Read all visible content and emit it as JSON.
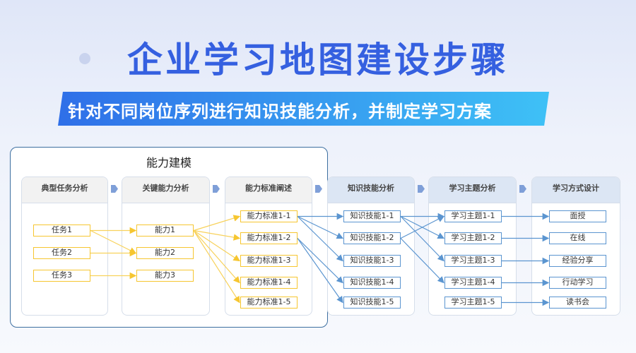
{
  "header": {
    "title": "企业学习地图建设步骤",
    "subtitle": "针对不同岗位序列进行知识技能分析，并制定学习方案"
  },
  "group": {
    "title": "能力建模"
  },
  "colors": {
    "yellow": "#f6c630",
    "blue": "#5b95d0",
    "title": "#3560e0"
  },
  "columns": [
    {
      "title": "典型任务分析",
      "nodes": [
        "任务1",
        "任务2",
        "任务3"
      ]
    },
    {
      "title": "关键能力分析",
      "nodes": [
        "能力1",
        "能力2",
        "能力3"
      ]
    },
    {
      "title": "能力标准阐述",
      "nodes": [
        "能力标准1-1",
        "能力标准1-2",
        "能力标准1-3",
        "能力标准1-4",
        "能力标准1-5"
      ]
    },
    {
      "title": "知识技能分析",
      "nodes": [
        "知识技能1-1",
        "知识技能1-2",
        "知识技能1-3",
        "知识技能1-4",
        "知识技能1-5"
      ]
    },
    {
      "title": "学习主题分析",
      "nodes": [
        "学习主题1-1",
        "学习主题1-2",
        "学习主题1-3",
        "学习主题1-4",
        "学习主题1-5"
      ]
    },
    {
      "title": "学习方式设计",
      "nodes": [
        "面授",
        "在线",
        "经验分享",
        "行动学习",
        "读书会"
      ]
    }
  ],
  "edges": [
    [
      [
        0,
        0
      ],
      [
        1,
        0
      ]
    ],
    [
      [
        0,
        0
      ],
      [
        1,
        1
      ]
    ],
    [
      [
        0,
        1
      ],
      [
        1,
        1
      ]
    ],
    [
      [
        0,
        2
      ],
      [
        1,
        2
      ]
    ],
    [
      [
        1,
        0
      ],
      [
        2,
        0
      ]
    ],
    [
      [
        1,
        0
      ],
      [
        2,
        1
      ]
    ],
    [
      [
        1,
        0
      ],
      [
        2,
        2
      ]
    ],
    [
      [
        1,
        0
      ],
      [
        2,
        3
      ]
    ],
    [
      [
        1,
        0
      ],
      [
        2,
        4
      ]
    ],
    [
      [
        2,
        0
      ],
      [
        3,
        0
      ]
    ],
    [
      [
        2,
        0
      ],
      [
        3,
        1
      ]
    ],
    [
      [
        2,
        0
      ],
      [
        3,
        2
      ]
    ],
    [
      [
        2,
        1
      ],
      [
        3,
        3
      ]
    ],
    [
      [
        2,
        1
      ],
      [
        3,
        4
      ]
    ],
    [
      [
        3,
        0
      ],
      [
        4,
        0
      ]
    ],
    [
      [
        3,
        0
      ],
      [
        4,
        1
      ]
    ],
    [
      [
        3,
        0
      ],
      [
        4,
        2
      ]
    ],
    [
      [
        3,
        1
      ],
      [
        4,
        0
      ]
    ],
    [
      [
        3,
        1
      ],
      [
        4,
        3
      ]
    ],
    [
      [
        4,
        0
      ],
      [
        5,
        0
      ]
    ],
    [
      [
        4,
        1
      ],
      [
        5,
        1
      ]
    ],
    [
      [
        4,
        2
      ],
      [
        5,
        2
      ]
    ],
    [
      [
        4,
        3
      ],
      [
        5,
        3
      ]
    ],
    [
      [
        4,
        4
      ],
      [
        5,
        4
      ]
    ]
  ]
}
